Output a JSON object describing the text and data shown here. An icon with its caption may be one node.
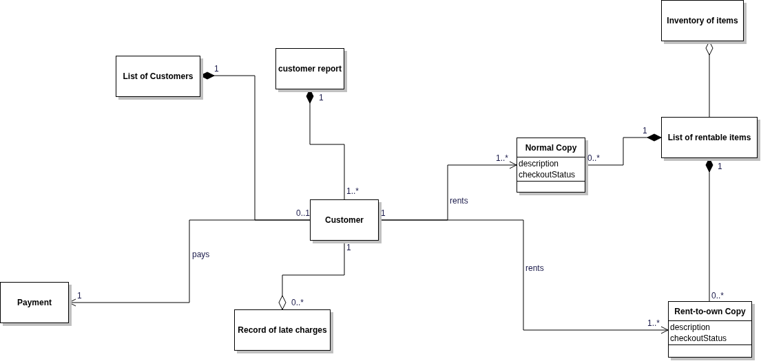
{
  "diagram": {
    "nodes": [
      {
        "text": [
          "List of Customers"
        ]
      },
      {
        "text": [
          "customer report"
        ]
      },
      {
        "text": [
          "Inventory of items"
        ]
      },
      {
        "text": [
          "Normal Copy",
          "description",
          "checkoutStatus"
        ]
      },
      {
        "text": [
          "List of rentable items"
        ]
      },
      {
        "text": [
          "Customer"
        ]
      },
      {
        "text": [
          "Payment"
        ]
      },
      {
        "text": [
          "Record of late charges"
        ]
      },
      {
        "text": [
          "Rent-to-own Copy",
          "description",
          "checkoutStatus"
        ]
      }
    ],
    "edges": [
      {
        "from": 5,
        "to": 0,
        "arrow": "other"
      },
      {
        "from": 5,
        "to": 1,
        "arrow": "other"
      },
      {
        "from": 5,
        "to": 6,
        "arrow": "to",
        "label": "pays"
      },
      {
        "from": 5,
        "to": 7,
        "arrow": "other"
      },
      {
        "from": 5,
        "to": 3,
        "arrow": "to",
        "label": "rents"
      },
      {
        "from": 5,
        "to": 8,
        "arrow": "to",
        "label": "rents"
      },
      {
        "from": 3,
        "to": 4,
        "arrow": "other"
      },
      {
        "from": 8,
        "to": 4,
        "arrow": "other"
      },
      {
        "from": 4,
        "to": 2,
        "arrow": "other"
      }
    ],
    "labels": [
      "1",
      "1",
      "1",
      "1..*",
      "0..*",
      "1",
      "1..*",
      "0..1",
      "1",
      "1",
      "1",
      "0..*",
      "0..*",
      "1..*"
    ]
  }
}
